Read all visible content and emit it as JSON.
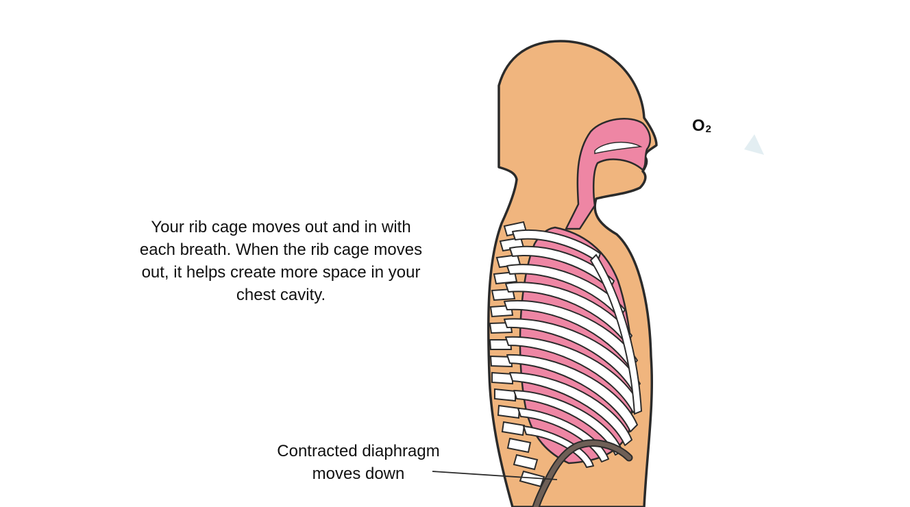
{
  "captions": {
    "rib_cage": "Your rib cage moves out and in with each breath. When the rib cage moves out, it helps create more space in your chest cavity.",
    "diaphragm": "Contracted diaphragm moves down"
  },
  "gas_label": {
    "symbol": "O",
    "subscript": "2"
  },
  "colors": {
    "skin": "#F0B57E",
    "outline": "#2B2B2B",
    "lung_airway": "#EE86A4",
    "rib": "#FFFFFF",
    "diaphragm": "#6E5F56",
    "arrow_hint": "#E3EEF2"
  },
  "icons": {
    "airflow": "arrow-icon"
  }
}
